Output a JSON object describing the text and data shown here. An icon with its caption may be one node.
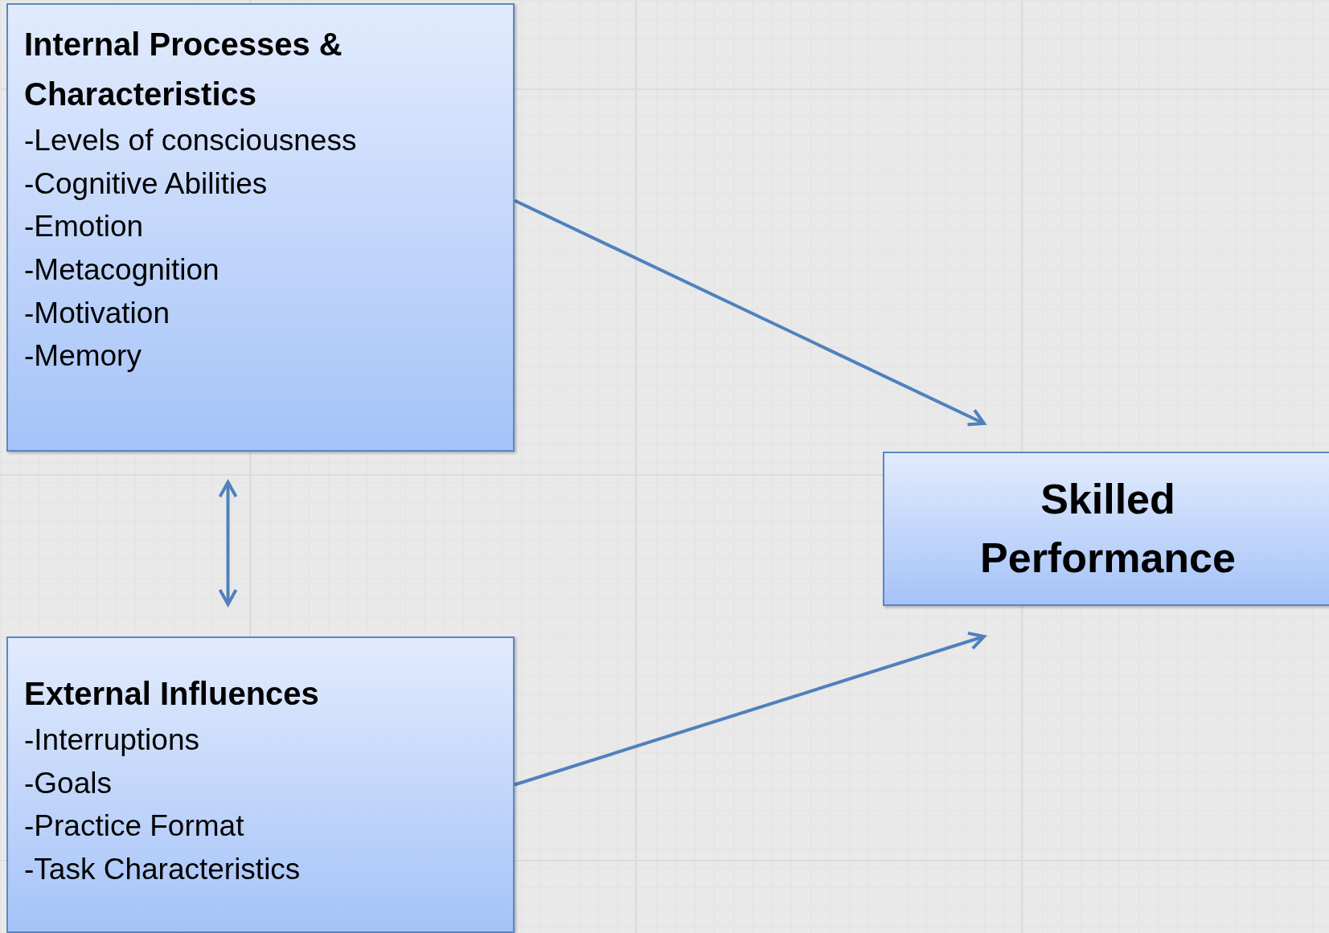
{
  "diagram": {
    "nodes": [
      {
        "text": [
          "Internal Processes & Characteristics",
          "-Levels of consciousness",
          "-Cognitive Abilities",
          "-Emotion",
          "-Metacognition",
          "-Motivation",
          "-Memory"
        ]
      },
      {
        "text": [
          "External Influences",
          "-Interruptions",
          "-Goals",
          "-Practice Format",
          "-Task Characteristics"
        ]
      },
      {
        "text": [
          "Skilled Performance"
        ]
      }
    ],
    "edges": [
      {
        "from": 0,
        "to": 1,
        "arrow": "both"
      },
      {
        "from": 0,
        "to": 2,
        "arrow": "to"
      },
      {
        "from": 1,
        "to": 2,
        "arrow": "to"
      }
    ]
  }
}
